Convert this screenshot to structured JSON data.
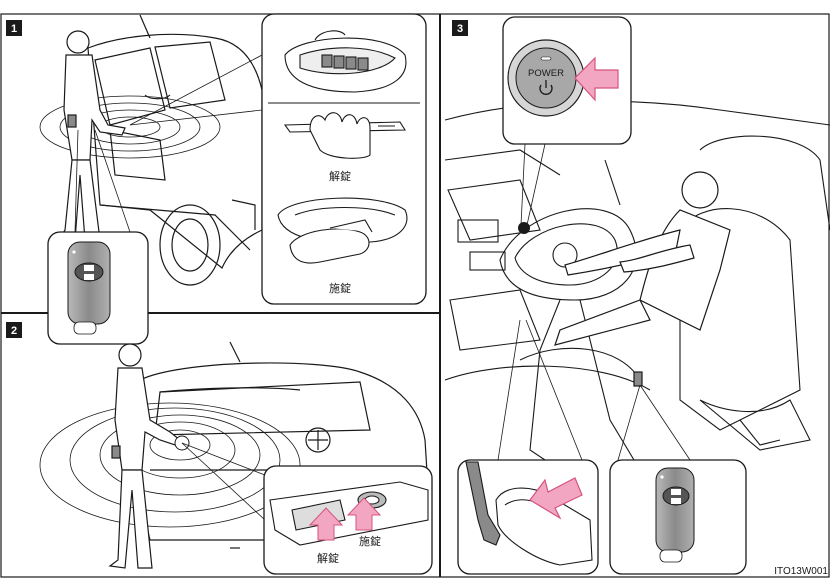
{
  "sections": [
    {
      "number": "1",
      "labels": {
        "unlock": "解錠",
        "lock": "施錠"
      }
    },
    {
      "number": "2",
      "labels": {
        "unlock": "解錠",
        "lock": "施錠"
      }
    },
    {
      "number": "3",
      "labels": {
        "power": "POWER"
      }
    }
  ],
  "figure_code": "ITO13W001",
  "colors": {
    "arrow": "#f3a6c1",
    "arrow_stroke": "#d4547f",
    "line": "#1a1a1a",
    "badge": "#1a1a1a",
    "key_fob": "#8f8f8f"
  }
}
